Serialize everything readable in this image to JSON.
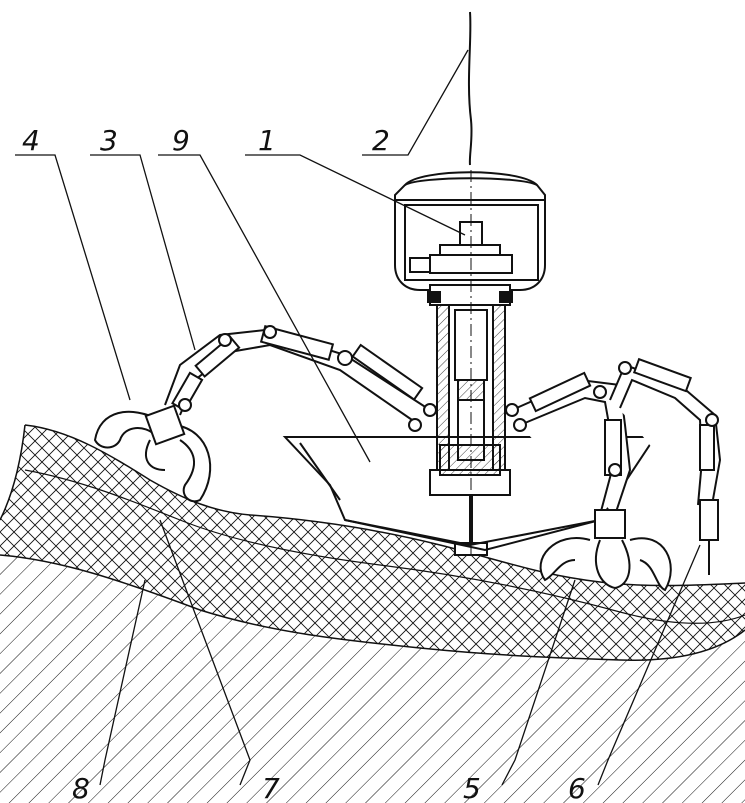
{
  "diagram": {
    "callouts": [
      {
        "id": "c1",
        "text": "1"
      },
      {
        "id": "c2",
        "text": "2"
      },
      {
        "id": "c3",
        "text": "3"
      },
      {
        "id": "c4",
        "text": "4"
      },
      {
        "id": "c5",
        "text": "5"
      },
      {
        "id": "c6",
        "text": "6"
      },
      {
        "id": "c7",
        "text": "7"
      },
      {
        "id": "c8",
        "text": "8"
      },
      {
        "id": "c9",
        "text": "9"
      }
    ],
    "colors": {
      "ink": "#111111",
      "background": "#ffffff"
    }
  }
}
